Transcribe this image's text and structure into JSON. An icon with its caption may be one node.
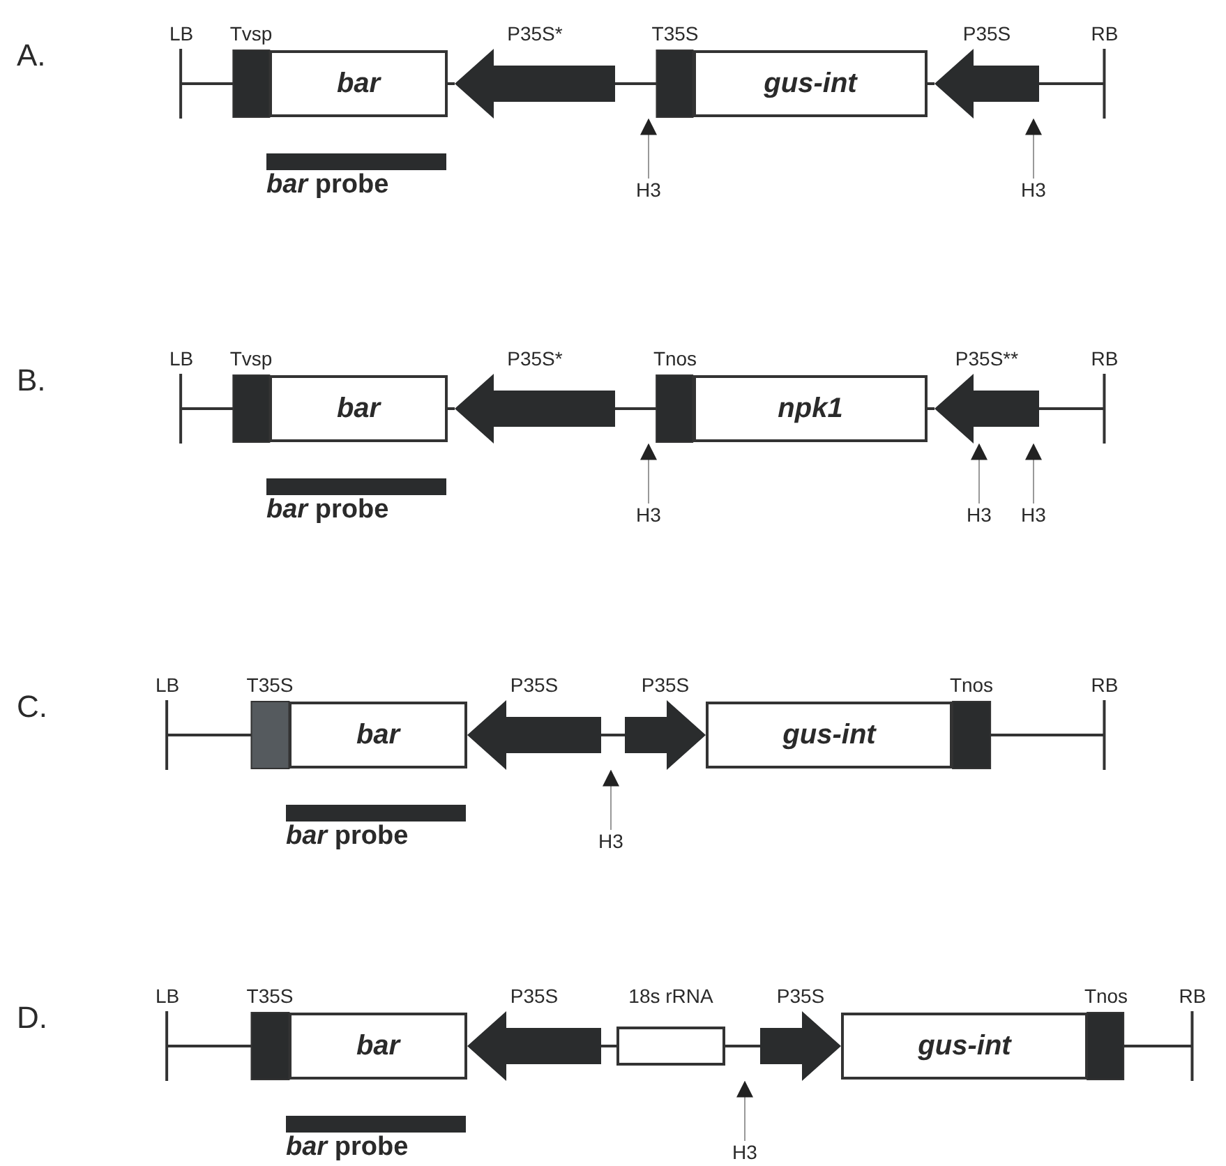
{
  "diagram": {
    "nodes": [
      {
        "text": [
          "LB"
        ]
      },
      {
        "text": [
          "Tvsp"
        ]
      },
      {
        "text": [
          "bar"
        ]
      },
      {
        "text": [
          "P35S*"
        ]
      },
      {
        "text": [
          "T35S"
        ]
      },
      {
        "text": [
          "gus-int"
        ]
      },
      {
        "text": [
          "P35S"
        ]
      },
      {
        "text": [
          "RB"
        ]
      },
      {
        "text": [
          "*bar* probe"
        ]
      },
      {
        "text": [
          "H3"
        ]
      },
      {
        "text": [
          "H3"
        ]
      },
      {
        "text": [
          "LB"
        ]
      },
      {
        "text": [
          "Tvsp"
        ]
      },
      {
        "text": [
          "bar"
        ]
      },
      {
        "text": [
          "P35S*"
        ]
      },
      {
        "text": [
          "Tnos"
        ]
      },
      {
        "text": [
          "npk1"
        ]
      },
      {
        "text": [
          "P35S**"
        ]
      },
      {
        "text": [
          "RB"
        ]
      },
      {
        "text": [
          "*bar* probe"
        ]
      },
      {
        "text": [
          "H3"
        ]
      },
      {
        "text": [
          "H3"
        ]
      },
      {
        "text": [
          "H3"
        ]
      },
      {
        "text": [
          "LB"
        ]
      },
      {
        "text": [
          "T35S"
        ]
      },
      {
        "text": [
          "bar"
        ]
      },
      {
        "text": [
          "P35S"
        ]
      },
      {
        "text": [
          "P35S"
        ]
      },
      {
        "text": [
          "gus-int"
        ]
      },
      {
        "text": [
          "Tnos"
        ]
      },
      {
        "text": [
          "RB"
        ]
      },
      {
        "text": [
          "*bar* probe"
        ]
      },
      {
        "text": [
          "H3"
        ]
      },
      {
        "text": [
          "LB"
        ]
      },
      {
        "text": [
          "T35S"
        ]
      },
      {
        "text": [
          "bar"
        ]
      },
      {
        "text": [
          "P35S"
        ]
      },
      {
        "text": [
          "18s rRNA"
        ]
      },
      {
        "text": [
          "P35S"
        ]
      },
      {
        "text": [
          "gus-int"
        ]
      },
      {
        "text": [
          "Tnos"
        ]
      },
      {
        "text": [
          "RB"
        ]
      },
      {
        "text": [
          "*bar* probe"
        ]
      },
      {
        "text": [
          "H3"
        ]
      }
    ],
    "edges": [
      {
        "from": 0,
        "to": 1,
        "arrow": "none"
      },
      {
        "from": 2,
        "to": 3,
        "arrow": "none"
      },
      {
        "from": 3,
        "to": 4,
        "arrow": "none"
      },
      {
        "from": 5,
        "to": 6,
        "arrow": "none"
      },
      {
        "from": 6,
        "to": 7,
        "arrow": "none"
      },
      {
        "from": 9,
        "to": 4,
        "arrow": "to",
        "color": "#999999"
      },
      {
        "from": 10,
        "to": 6,
        "arrow": "to",
        "color": "#999999"
      },
      {
        "from": 11,
        "to": 12,
        "arrow": "none"
      },
      {
        "from": 13,
        "to": 14,
        "arrow": "none"
      },
      {
        "from": 14,
        "to": 15,
        "arrow": "none"
      },
      {
        "from": 16,
        "to": 17,
        "arrow": "none"
      },
      {
        "from": 17,
        "to": 18,
        "arrow": "none"
      },
      {
        "from": 20,
        "to": 15,
        "arrow": "to",
        "color": "#999999"
      },
      {
        "from": 21,
        "to": 17,
        "arrow": "to",
        "color": "#999999"
      },
      {
        "from": 22,
        "to": 17,
        "arrow": "to",
        "color": "#999999"
      },
      {
        "from": 23,
        "to": 24,
        "arrow": "none"
      },
      {
        "from": 26,
        "to": 27,
        "arrow": "none"
      },
      {
        "from": 29,
        "to": 30,
        "arrow": "none"
      },
      {
        "from": 32,
        "to": 27,
        "arrow": "to",
        "color": "#999999"
      },
      {
        "from": 33,
        "to": 34,
        "arrow": "none"
      },
      {
        "from": 36,
        "to": 37,
        "arrow": "none"
      },
      {
        "from": 37,
        "to": 38,
        "arrow": "none"
      },
      {
        "from": 40,
        "to": 41,
        "arrow": "none"
      },
      {
        "from": 43,
        "to": 38,
        "arrow": "to",
        "color": "#999999"
      }
    ],
    "labels": [
      "A.",
      "B.",
      "C.",
      "D."
    ]
  }
}
